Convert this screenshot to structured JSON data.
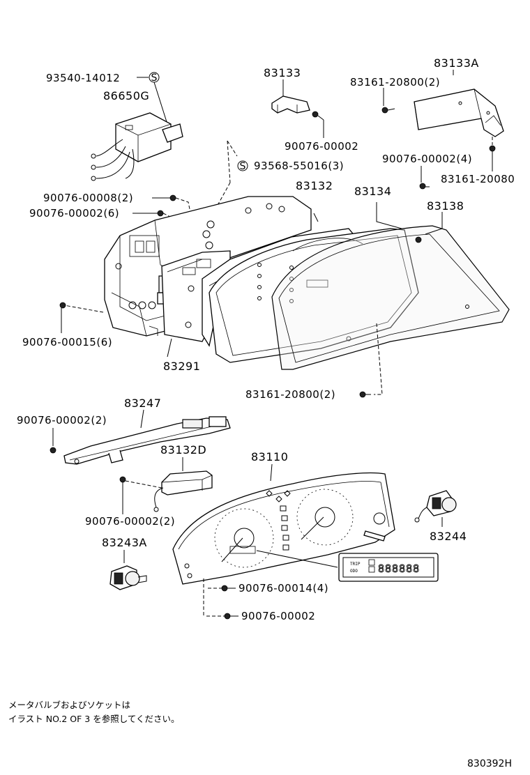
{
  "parts": {
    "p93540_14012": "93540-14012",
    "p86650G": "86650G",
    "p83133": "83133",
    "p83133A": "83133A",
    "p83161_20800_2_top": "83161-20800(2)",
    "p90076_00002_top": "90076-00002",
    "p93568_55016": "93568-55016(3)",
    "p90076_00002_4": "90076-00002(4)",
    "p83161_20080": "83161-20080",
    "p90076_00008": "90076-00008(2)",
    "p90076_00002_6": "90076-00002(6)",
    "p83132": "83132",
    "p83134": "83134",
    "p83138": "83138",
    "p90076_00015": "90076-00015(6)",
    "p83291": "83291",
    "p83161_20800_2_mid": "83161-20800(2)",
    "p83247": "83247",
    "p90076_00002_2_a": "90076-00002(2)",
    "p83132D": "83132D",
    "p83110": "83110",
    "p90076_00002_2_b": "90076-00002(2)",
    "p83244": "83244",
    "p83243A": "83243A",
    "p90076_00014": "90076-00014(4)",
    "p90076_00002_bottom": "90076-00002"
  },
  "symbols": {
    "s_mark": "S"
  },
  "lcd": {
    "trip": "TRIP",
    "odo": "ODO",
    "digits": "888888"
  },
  "note": {
    "line1": "メータバルブおよびソケットは",
    "line2": "イラスト NO.2 OF 3 を参照してください。"
  },
  "figure_code": "830392H"
}
